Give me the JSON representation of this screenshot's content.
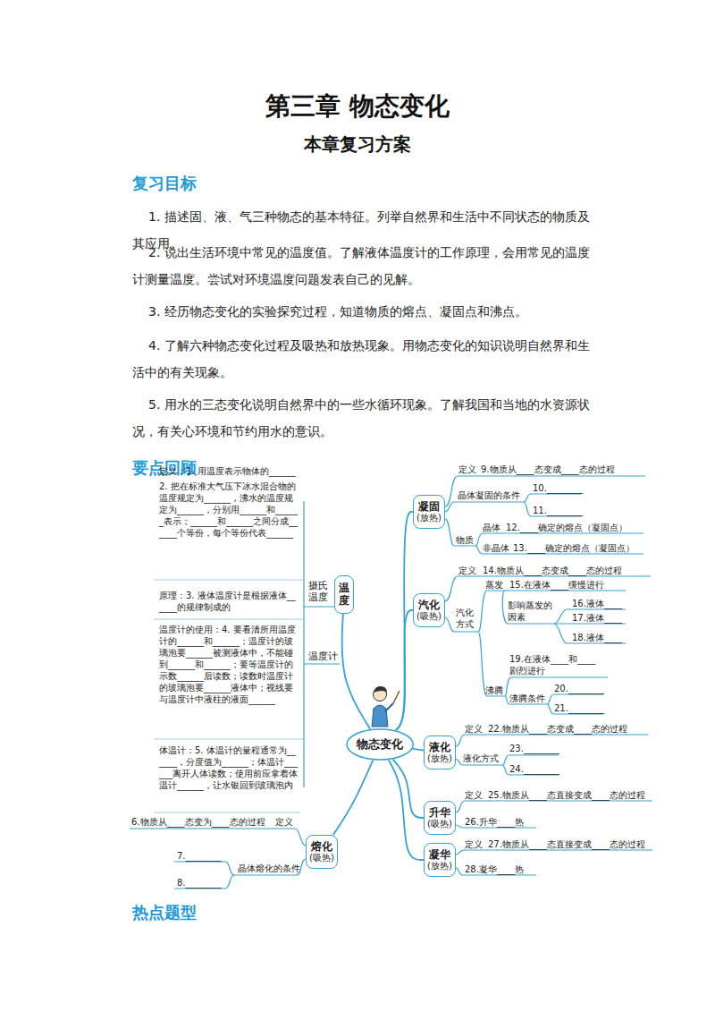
{
  "diagram": {
    "title": "第三章 物态变化",
    "nodes": [
      {
        "text": [
          "温度"
        ]
      },
      {
        "text": [
          "凝固",
          "(放热)"
        ]
      },
      {
        "text": [
          "汽化",
          "(吸热)"
        ]
      },
      {
        "text": [
          "物态变化"
        ]
      },
      {
        "text": [
          "液化",
          "(放热)"
        ]
      },
      {
        "text": [
          "升华",
          "(吸热)"
        ]
      },
      {
        "text": [
          "凝华",
          "(放热)"
        ]
      },
      {
        "text": [
          "熔化",
          "(吸热)"
        ]
      }
    ],
    "edges": [
      {
        "from": 3,
        "to": 0,
        "arrow": "none"
      },
      {
        "from": 3,
        "to": 1,
        "arrow": "none"
      },
      {
        "from": 3,
        "to": 2,
        "arrow": "none"
      },
      {
        "from": 3,
        "to": 4,
        "arrow": "none"
      },
      {
        "from": 3,
        "to": 5,
        "arrow": "none"
      },
      {
        "from": 3,
        "to": 6,
        "arrow": "none"
      },
      {
        "from": 3,
        "to": 7,
        "arrow": "none"
      }
    ],
    "labels": [
      "本章复习方案",
      "复习目标",
      "1. 描述固、液、气三种物态的基本特征。列举自然界和生活中不同状态的物质及其应用。",
      "2. 说出生活环境中常见的温度值。了解液体温度计的工作原理，会用常见的温度计测量温度。尝试对环境温度问题发表自己的见解。",
      "3. 经历物态变化的实验探究过程，知道物质的熔点、凝固点和沸点。",
      "4. 了解六种物态变化过程及吸热和放热现象。用物态变化的知识说明自然界和生活中的有关现象。",
      "5. 用水的三态变化说明自然界中的一些水循环现象。了解我国和当地的水资源状况，有关心环境和节约用水的意识。",
      "要点回顾",
      "定义：1. 用温度表示物体的______",
      "2. 把在标准大气压下冰水混合物的温度规定为______，沸水的温度规定为______，分别用______和______表示；______和______之间分成______个等份，每个等份代表______",
      "原理：3. 液体温度计是根据液体______的规律制成的",
      "温度计的使用：4. 要看清所用温度计的______和______；温度计的玻璃泡要______被测液体中，不能碰到______和______；要等温度计的示数______后读数；读数时温度计的玻璃泡要______液体中；视线要与温度计中液柱的液面______",
      "体温计：5. 体温计的量程通常为______，分度值为______；体温计______离开人体读数；使用前应拿着体温计______，让水银回到玻璃泡内",
      "摄氏温度",
      "温度计",
      "6.物质从____态变为____态的过程",
      "定义",
      "7.________",
      "8.________",
      "晶体熔化的条件",
      "定义",
      "9.物质从____态变成____态的过程",
      "晶体凝固的条件",
      "10.________",
      "11.________",
      "物质",
      "晶体",
      "12.____确定的熔点（凝固点）",
      "非晶体",
      "13.____确定的熔点（凝固点）",
      "定义",
      "14.物质从____态变成____态的过程",
      "汽化方式",
      "蒸发",
      "15.在液体____缓慢进行",
      "影响蒸发的因素",
      "16.液体____",
      "17.液体____",
      "18.液体____",
      "沸腾",
      "19.在液体____和____剧烈进行",
      "沸腾条件",
      "20.________",
      "21.________",
      "定义",
      "22.物质从____态变成____态的过程",
      "液化方式",
      "23.________",
      "24.________",
      "定义",
      "25.物质从____态直接变成____态的过程",
      "26.升华____热",
      "定义",
      "27.物质从____态直接变成____态的过程",
      "28.凝华____热",
      "热点题型"
    ]
  }
}
